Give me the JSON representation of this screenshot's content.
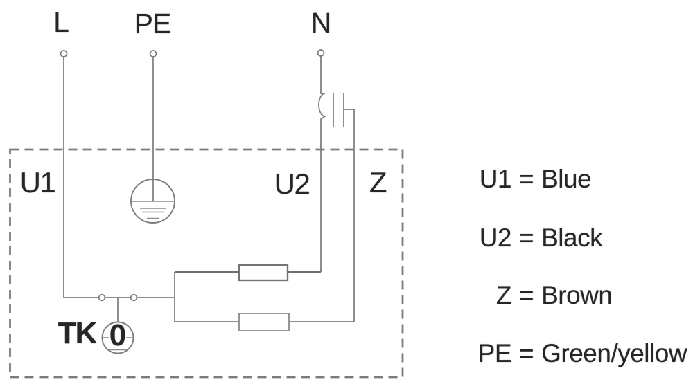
{
  "terminals": [
    {
      "label": "L"
    },
    {
      "label": "PE"
    },
    {
      "label": "N"
    }
  ],
  "box": {
    "u1": "U1",
    "u2": "U2",
    "z": "Z",
    "tk": "TK",
    "thermal_contact": "0"
  },
  "legend": {
    "equals": "=",
    "items": [
      {
        "term": "U1",
        "color_name": "Blue"
      },
      {
        "term": "U2",
        "color_name": "Black"
      },
      {
        "term": "Z",
        "color_name": "Brown"
      },
      {
        "term": "PE",
        "color_name": "Green/yellow"
      }
    ]
  },
  "colors": {
    "wire": "#818181",
    "text": "#262626",
    "background": "#ffffff"
  }
}
